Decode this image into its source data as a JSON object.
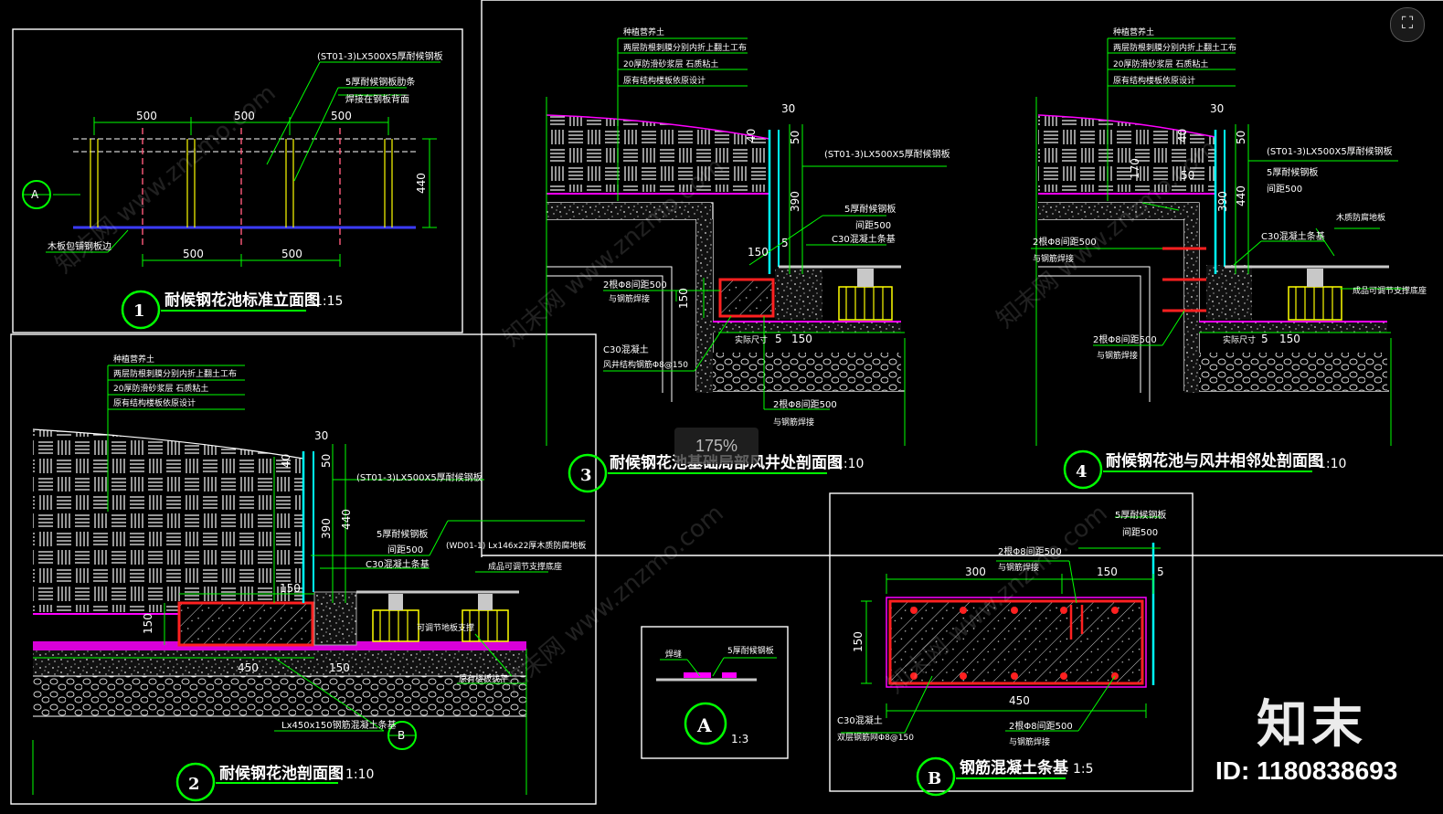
{
  "viewer": {
    "zoom": "175%",
    "expand_icon": "expand-icon",
    "brand_logo": "知末",
    "image_id": "ID: 1180838693"
  },
  "colors": {
    "frame": "#ffffff",
    "line": "#00ff00",
    "wall": "#00ffff",
    "cap": "#ff00ff",
    "rebar": "#ff2020",
    "dim": "#ffffff",
    "yellow": "#ffff00",
    "gray": "#c8c8c8"
  },
  "drawings": {
    "d1": {
      "marker": "1",
      "title": "耐候钢花池标准立面图",
      "scale": "1:15",
      "dims_top": [
        "500",
        "500",
        "500"
      ],
      "dims_bottom": [
        "500",
        "500"
      ],
      "dim_height": "440",
      "section_marker": "A",
      "notes": [
        "(ST01-3)LX500X5厚耐候钢板",
        "5厚耐候钢板肋条",
        "焊接在钢板背面",
        "木板包铺钢板边"
      ]
    },
    "d2": {
      "marker": "2",
      "title": "耐候钢花池剖面图",
      "scale": "1:10",
      "soil_notes": [
        "种植营养土",
        "两层防根刺膜分别内折上翻土工布",
        "20厚防滑砂浆层 石质粘土",
        "原有结构楼板依原设计"
      ],
      "labels": [
        "(ST01-3)LX500X5厚耐候钢板",
        "5厚耐候钢板",
        "间距500",
        "C30混凝土条基",
        "(WD01-1) Lx146x22厚木质防腐地板",
        "成品可调节支撑底座",
        "可调节地板支撑",
        "Lx450x150钢筋混凝土条基",
        "原有楼板找平"
      ],
      "dims": [
        "30",
        "40",
        "50",
        "390",
        "440",
        "150",
        "150",
        "450",
        "150"
      ],
      "section_marker": "B"
    },
    "d3": {
      "marker": "3",
      "title": "耐候钢花池基础局部风井处剖面图",
      "scale": "1:10",
      "soil_notes": [
        "种植营养土",
        "两层防根刺膜分别内折上翻土工布",
        "20厚防滑砂浆层 石质粘土",
        "原有结构楼板依原设计"
      ],
      "labels": [
        "(ST01-3)LX500X5厚耐候钢板",
        "5厚耐候钢板",
        "间距500",
        "C30混凝土条基",
        "2根Φ8间距500",
        "与钢筋焊接",
        "C30混凝土",
        "风井结构钢筋Φ8@150",
        "2根Φ8间距500",
        "与钢筋焊接",
        "实际尺寸"
      ],
      "dims": [
        "30",
        "40",
        "50",
        "390",
        "150",
        "5",
        "150",
        "5",
        "150"
      ]
    },
    "d4": {
      "marker": "4",
      "title": "耐候钢花池与风井相邻处剖面图",
      "scale": "1:10",
      "soil_notes": [
        "种植营养土",
        "两层防根刺膜分别内折上翻土工布",
        "20厚防滑砂浆层 石质粘土",
        "原有结构楼板依原设计"
      ],
      "labels": [
        "(ST01-3)LX500X5厚耐候钢板",
        "5厚耐候钢板",
        "间距500",
        "木质防腐地板",
        "2根Φ8间距500",
        "与钢筋焊接",
        "C30混凝土条基",
        "成品可调节支撑底座",
        "2根Φ8间距500",
        "与钢筋焊接",
        "实际尺寸"
      ],
      "dims": [
        "30",
        "40",
        "50",
        "170",
        "390",
        "440",
        "50",
        "5",
        "150"
      ]
    },
    "dA": {
      "marker": "A",
      "scale": "1:3",
      "labels": [
        "焊缝",
        "5厚耐候钢板"
      ]
    },
    "dB": {
      "marker": "B",
      "title": "钢筋混凝土条基",
      "scale": "1:5",
      "labels": [
        "5厚耐候钢板",
        "间距500",
        "2根Φ8间距500",
        "与钢筋焊接",
        "C30混凝土",
        "双层钢筋网Φ8@150",
        "2根Φ8间距500",
        "与钢筋焊接"
      ],
      "dims": [
        "300",
        "150",
        "5",
        "150",
        "450"
      ]
    }
  },
  "watermark": "知末网 www.znzmo.com"
}
